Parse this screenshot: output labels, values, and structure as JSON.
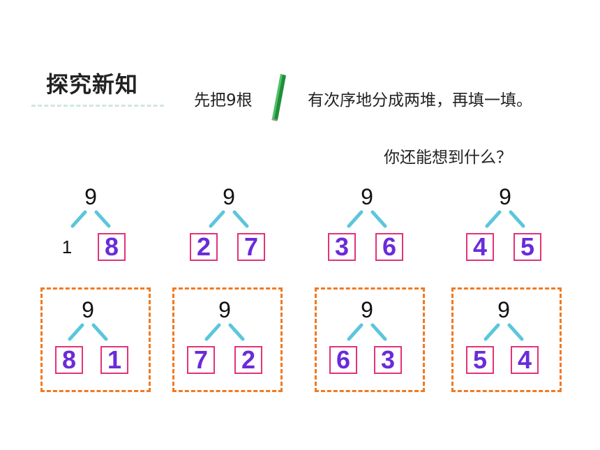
{
  "header": {
    "title": "探究新知",
    "instruction_part1": "先把9根",
    "instruction_part2": "有次序地分成两堆，再填一填。",
    "question": "你还能想到什么？"
  },
  "colors": {
    "box_border": "#e2327a",
    "answer_text": "#6b2bd9",
    "branch_line": "#5bc6dc",
    "frame_border": "#f07a22",
    "stick_green": "#1f8f3a"
  },
  "top_row": [
    {
      "total": "9",
      "left": "1",
      "right": "8",
      "left_boxed": false
    },
    {
      "total": "9",
      "left": "2",
      "right": "7",
      "left_boxed": true
    },
    {
      "total": "9",
      "left": "3",
      "right": "6",
      "left_boxed": true
    },
    {
      "total": "9",
      "left": "4",
      "right": "5",
      "left_boxed": true
    }
  ],
  "bottom_row": [
    {
      "total": "9",
      "left": "8",
      "right": "1"
    },
    {
      "total": "9",
      "left": "7",
      "right": "2"
    },
    {
      "total": "9",
      "left": "6",
      "right": "3"
    },
    {
      "total": "9",
      "left": "5",
      "right": "4"
    }
  ]
}
